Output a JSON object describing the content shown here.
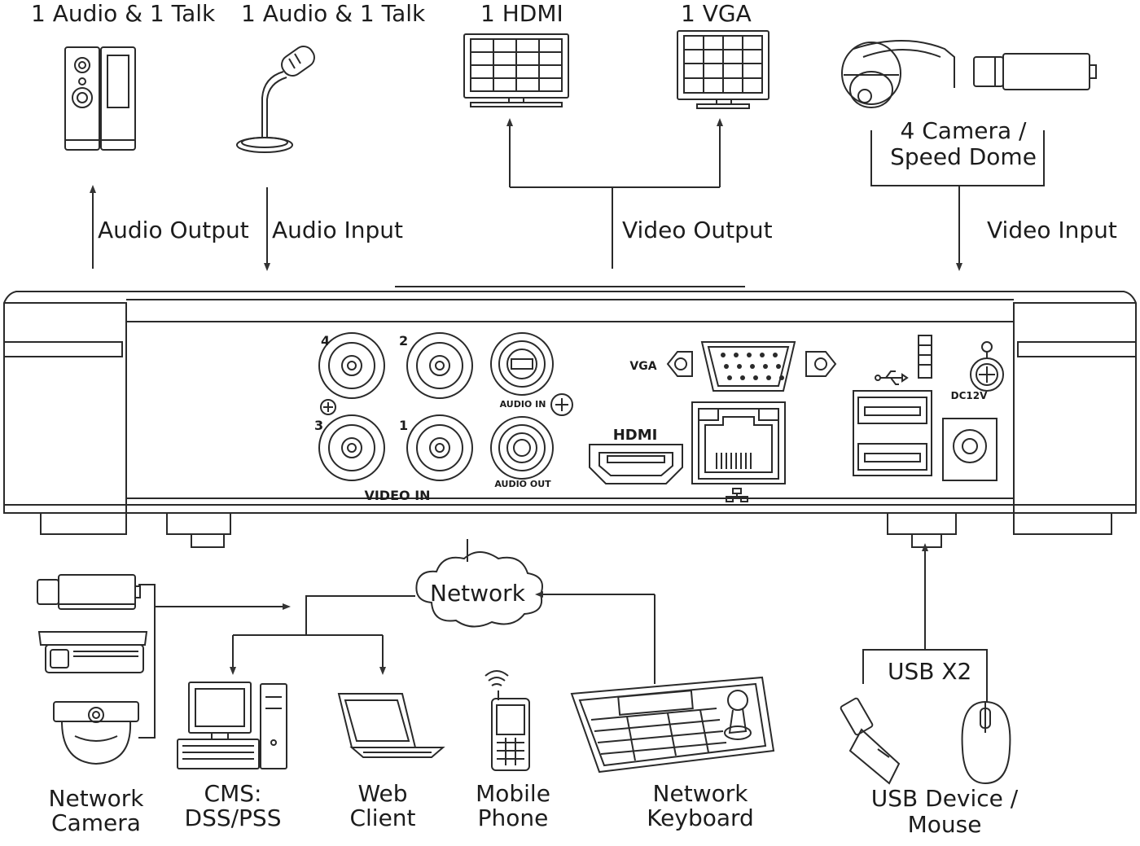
{
  "labels": {
    "speaker": "1 Audio  & 1 Talk",
    "microphone": "1 Audio & 1 Talk",
    "hdmi_monitor": "1 HDMI",
    "vga_monitor": "1 VGA",
    "camera_line1": "4  Camera /",
    "camera_line2": "Speed Dome",
    "audio_output": "Audio  Output",
    "audio_input": "Audio  Input",
    "video_output": "Video Output",
    "video_input": "Video Input",
    "network": "Network",
    "usb_x2": "USB X2",
    "network_camera_line1": "Network",
    "network_camera_line2": "Camera",
    "cms_line1": "CMS:",
    "cms_line2": "DSS/PSS",
    "web_client_line1": "Web",
    "web_client_line2": "Client",
    "mobile_phone_line1": "Mobile",
    "mobile_phone_line2": "Phone",
    "network_keyboard_line1": "Network",
    "network_keyboard_line2": "Keyboard",
    "usb_device_line1": "USB Device /",
    "usb_device_line2": "Mouse"
  },
  "panel": {
    "video_in": "VIDEO IN",
    "audio_in": "AUDIO IN",
    "audio_out": "AUDIO OUT",
    "vga": "VGA",
    "hdmi": "HDMI",
    "dc": "DC12V",
    "bnc_4": "4",
    "bnc_2": "2",
    "bnc_3": "3",
    "bnc_1": "1"
  },
  "icons": [
    "speaker-icon",
    "microphone-icon",
    "hdmi-monitor-icon",
    "vga-monitor-icon",
    "speed-dome-icon",
    "box-camera-icon",
    "network-cloud-icon",
    "bullet-camera-icon",
    "dome-camera-icon",
    "desktop-pc-icon",
    "laptop-icon",
    "mobile-phone-icon",
    "keyboard-controller-icon",
    "usb-stick-icon",
    "mouse-icon",
    "usb-symbol-icon",
    "ground-icon",
    "lan-icon"
  ]
}
